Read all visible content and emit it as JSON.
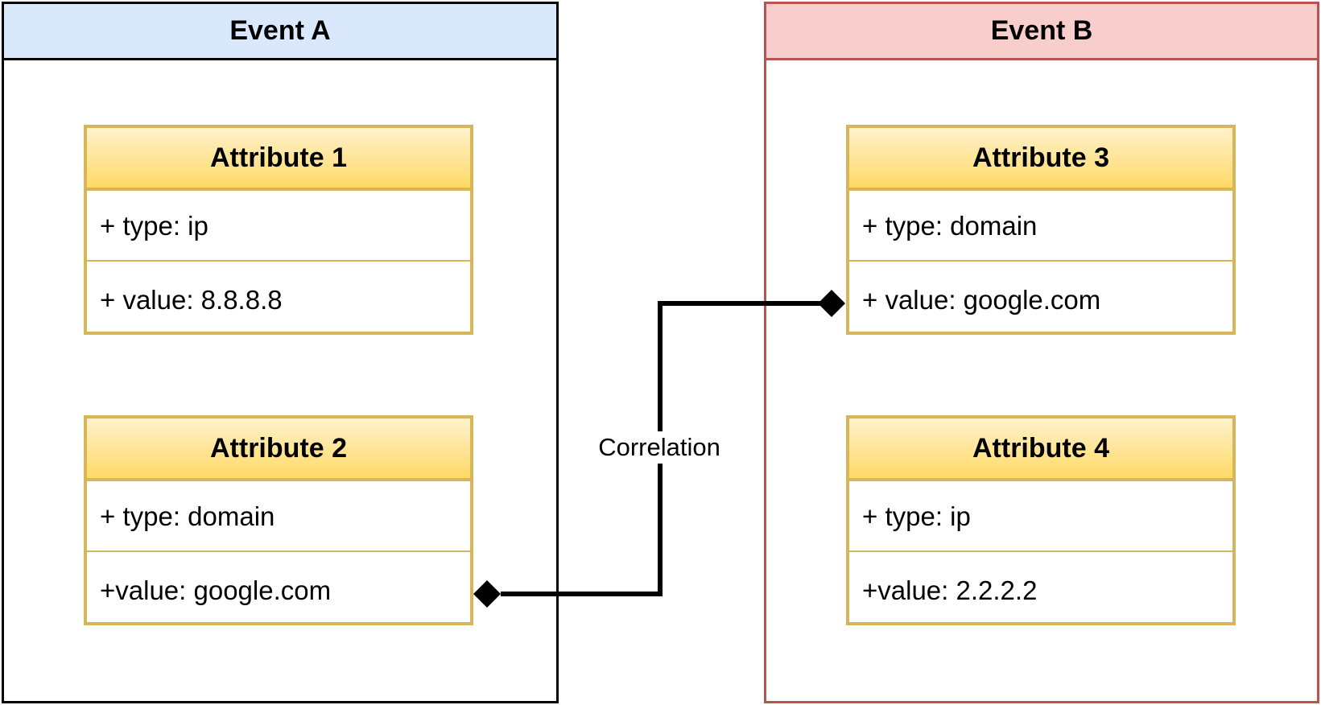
{
  "events": [
    {
      "title": "Event A",
      "color": "#dae8fc",
      "stroke": "#000000",
      "attributes": [
        {
          "title": "Attribute 1",
          "type": "+ type: ip",
          "value": "+ value: 8.8.8.8"
        },
        {
          "title": "Attribute 2",
          "type": "+ type: domain",
          "value": "+value: google.com"
        }
      ]
    },
    {
      "title": "Event B",
      "color": "#f8cecc",
      "stroke": "#b85450",
      "attributes": [
        {
          "title": "Attribute 3",
          "type": "+ type: domain",
          "value": "+ value: google.com"
        },
        {
          "title": "Attribute 4",
          "type": "+ type: ip",
          "value": "+value: 2.2.2.2"
        }
      ]
    }
  ],
  "connector": {
    "label": "Correlation",
    "from": "Attribute 2 value",
    "to": "Attribute 3 value",
    "end_markers": "diamond"
  },
  "colors": {
    "attribute_border": "#d6b656",
    "attribute_header_top": "#fff2cc",
    "attribute_header_bottom": "#ffd966"
  }
}
